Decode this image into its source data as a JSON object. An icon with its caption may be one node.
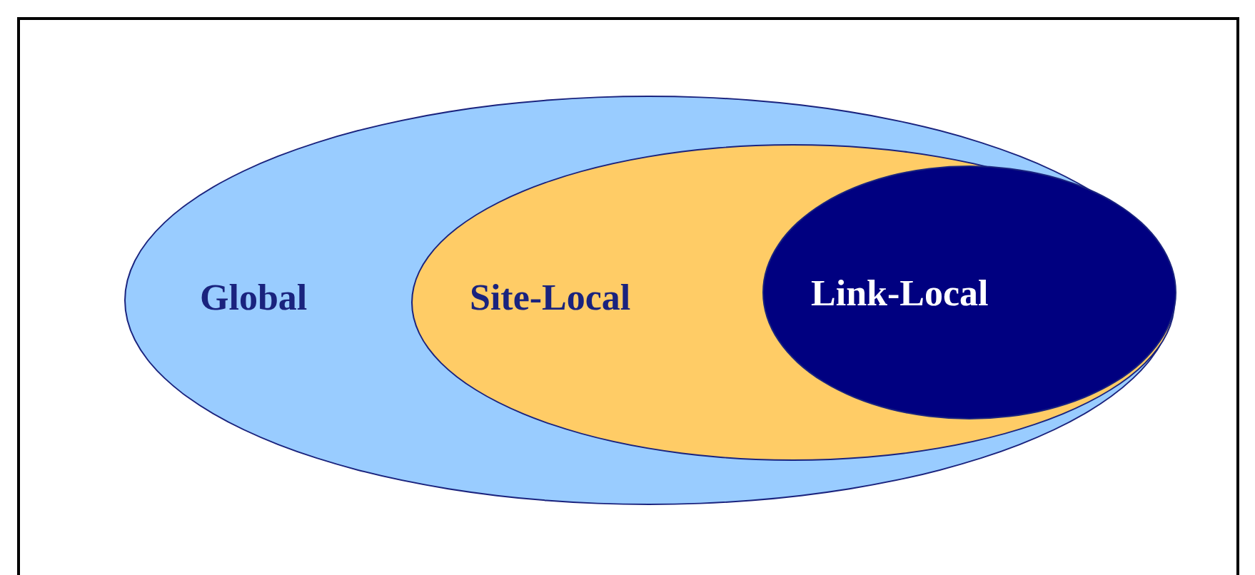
{
  "diagram": {
    "nodes": [
      {
        "text": [
          "Global"
        ]
      },
      {
        "text": [
          "Site-Local"
        ],
        "in": 0
      },
      {
        "text": [
          "Link-Local"
        ],
        "in": 1
      }
    ]
  }
}
